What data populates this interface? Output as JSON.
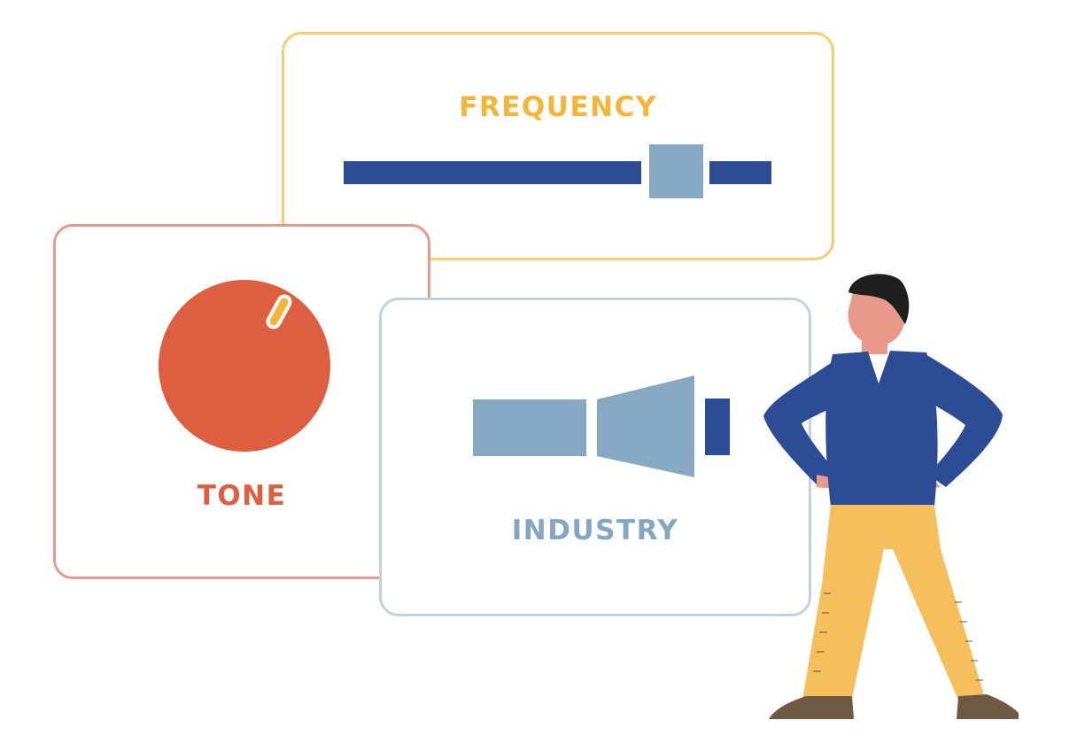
{
  "frequency": {
    "label": "FREQUENCY",
    "slider_value_percent": 72
  },
  "tone": {
    "label": "TONE"
  },
  "industry": {
    "label": "INDUSTRY"
  },
  "colors": {
    "frequency_accent": "#f7b538",
    "tone_accent": "#de5f40",
    "industry_accent": "#85a6c1",
    "navy": "#2c4c96",
    "steel_blue": "#87a8c3"
  },
  "icons": {
    "tone": "knob-icon",
    "industry": "megaphone-icon",
    "character": "person-illustration"
  }
}
